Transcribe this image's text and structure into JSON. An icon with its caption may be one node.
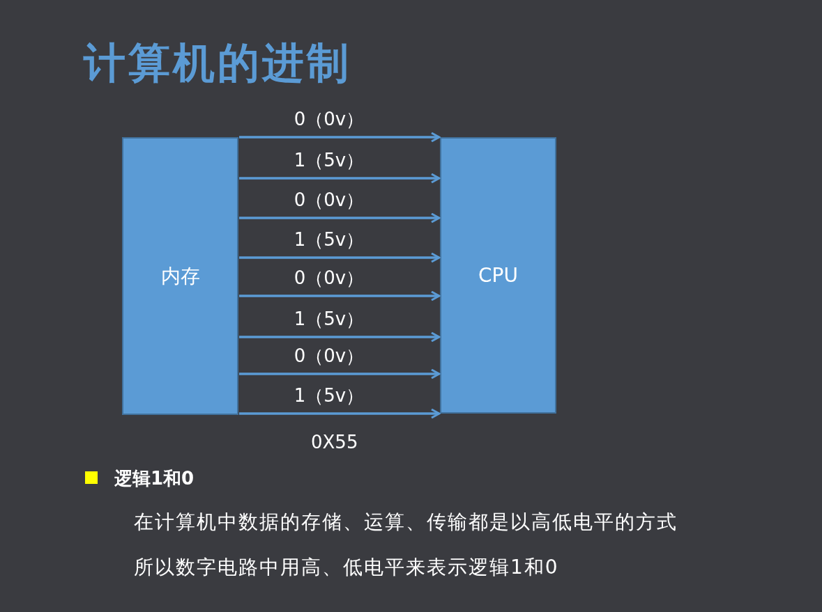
{
  "diagram": {
    "title": "计算机的进制",
    "nodes": [
      {
        "text": [
          "内存"
        ]
      },
      {
        "text": [
          "CPU"
        ]
      }
    ],
    "edges": [
      {
        "from": 0,
        "to": 1,
        "arrow": "to",
        "label": "0（0v）"
      },
      {
        "from": 0,
        "to": 1,
        "arrow": "to",
        "label": "1（5v）"
      },
      {
        "from": 0,
        "to": 1,
        "arrow": "to",
        "label": "0（0v）"
      },
      {
        "from": 0,
        "to": 1,
        "arrow": "to",
        "label": "1（5v）"
      },
      {
        "from": 0,
        "to": 1,
        "arrow": "to",
        "label": "0（0v）"
      },
      {
        "from": 0,
        "to": 1,
        "arrow": "to",
        "label": "1（5v）"
      },
      {
        "from": 0,
        "to": 1,
        "arrow": "to",
        "label": "0（0v）"
      },
      {
        "from": 0,
        "to": 1,
        "arrow": "to",
        "label": "1（5v）"
      }
    ],
    "labels": [
      "0X55",
      "逻辑1和0",
      "在计算机中数据的存储、运算、传输都是以高低电平的方式",
      "所以数字电路中用高、低电平来表示逻辑1和0"
    ]
  }
}
